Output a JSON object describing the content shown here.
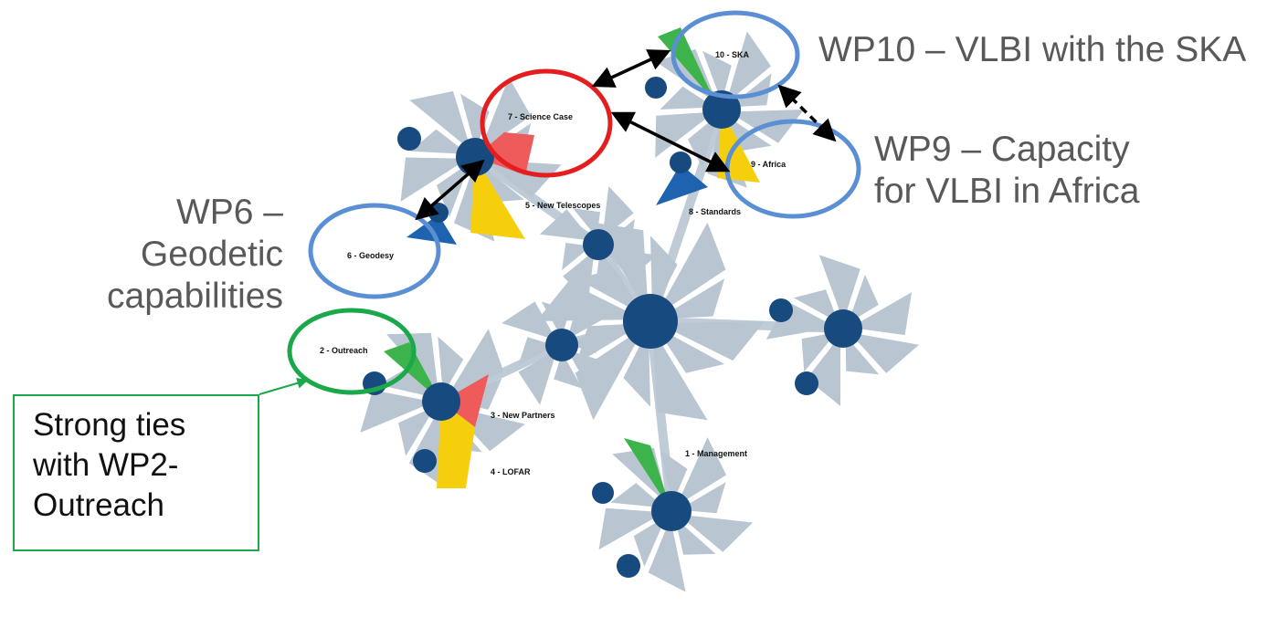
{
  "work_packages": {
    "wp1": "1 - Management",
    "wp2": "2 - Outreach",
    "wp3": "3 - New Partners",
    "wp4": "4 - LOFAR",
    "wp5": "5 - New Telescopes",
    "wp6": "6 - Geodesy",
    "wp7": "7 - Science Case",
    "wp8": "8 - Standards",
    "wp9": "9 - Africa",
    "wp10": "10 - SKA"
  },
  "callouts": {
    "wp10": "WP10 – VLBI with the SKA",
    "wp9_line1": "WP9 – Capacity",
    "wp9_line2": "for VLBI in Africa",
    "wp6_line1": "WP6 –",
    "wp6_line2": "Geodetic",
    "wp6_line3": "capabilities"
  },
  "note": {
    "line1": "Strong ties",
    "line2": "with WP2-",
    "line3": "Outreach"
  },
  "colors": {
    "node": "#174a7e",
    "petal": "#b9c6d2",
    "green": "#3cb44b",
    "red": "#ef5b5b",
    "yellow": "#f5cf0c",
    "blue": "#1d63b0",
    "circle_blue": "#5b8fd4",
    "circle_red": "#e41e1e",
    "circle_green": "#1aa84a"
  }
}
